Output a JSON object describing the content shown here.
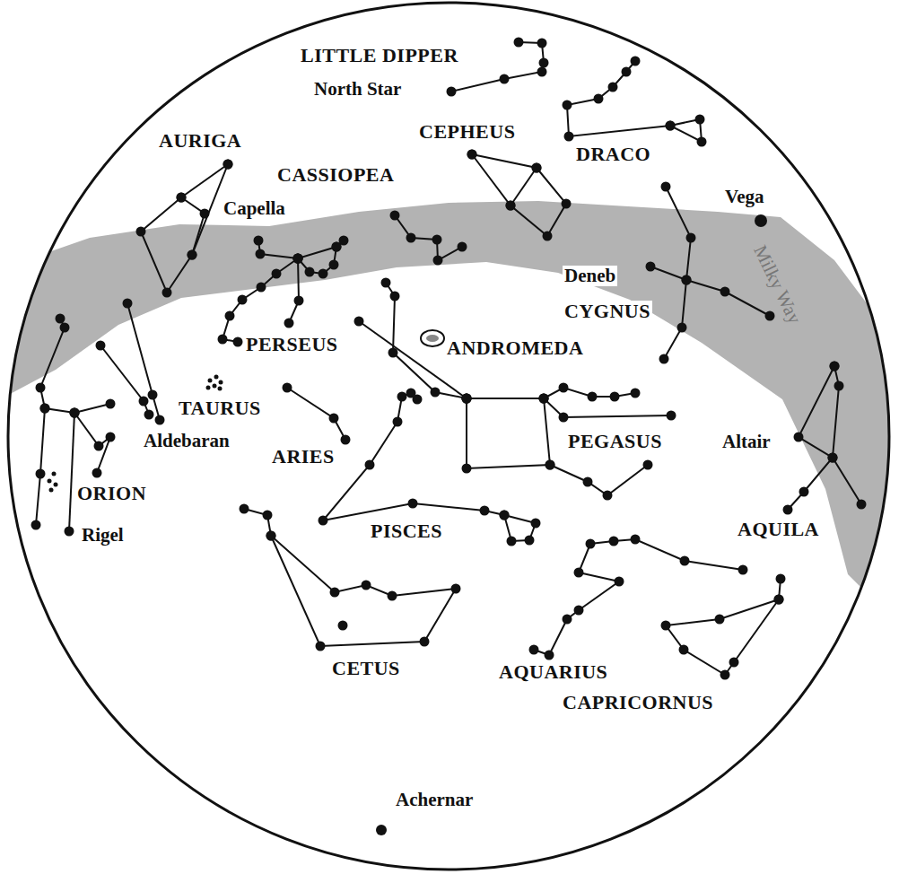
{
  "diagram": {
    "labels": [
      "LITTLE DIPPER",
      "North Star",
      "CEPHEUS",
      "DRACO",
      "AURIGA",
      "CASSIOPEA",
      "Capella",
      "Vega",
      "Milky Way",
      "Deneb",
      "CYGNUS",
      "PERSEUS",
      "ANDROMEDA",
      "TAURUS",
      "Aldebaran",
      "ARIES",
      "PEGASUS",
      "Altair",
      "ORION",
      "Rigel",
      "PISCES",
      "AQUILA",
      "CETUS",
      "AQUARIUS",
      "CAPRICORNUS",
      "Achernar"
    ]
  }
}
